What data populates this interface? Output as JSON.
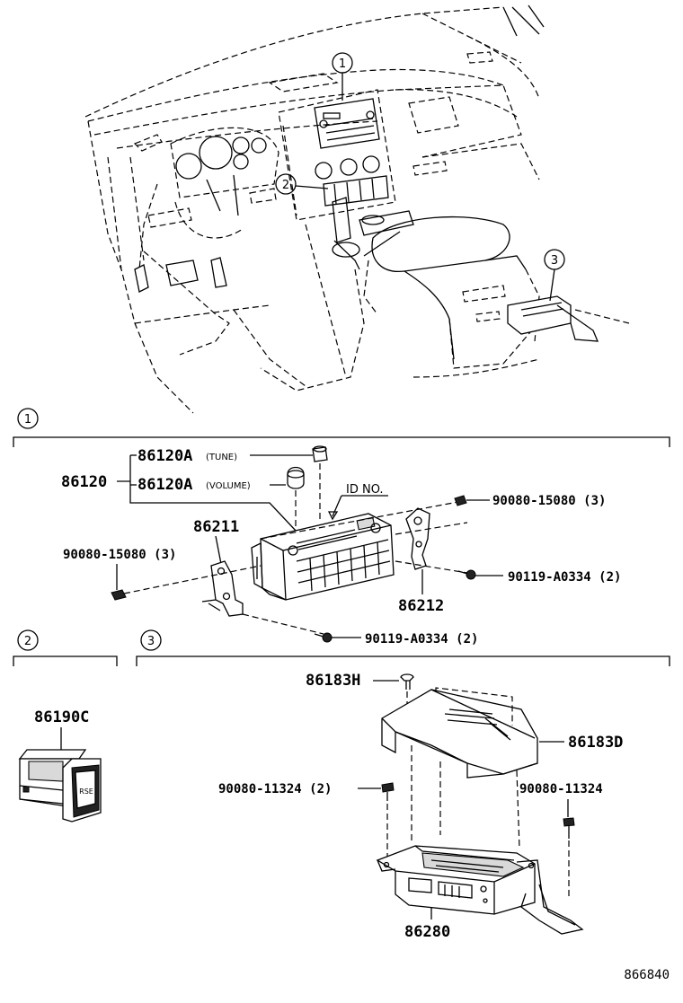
{
  "callouts": {
    "one": "1",
    "two": "2",
    "three": "3"
  },
  "section1": {
    "id_label": "ID NO.",
    "parts": {
      "p86120": "86120",
      "p86120a_tune": "86120A",
      "tune_note": "(TUNE)",
      "p86120a_volume": "86120A",
      "volume_note": "(VOLUME)",
      "p86211": "86211",
      "p86212": "86212",
      "screw_left": "90080-15080 (3)",
      "screw_right": "90080-15080 (3)",
      "bolt_right": "90119-A0334 (2)",
      "bolt_bottom": "90119-A0334 (2)"
    }
  },
  "section2": {
    "parts": {
      "p86190c": "86190C"
    },
    "switch_icon_text": "RSE"
  },
  "section3": {
    "parts": {
      "p86183h": "86183H",
      "p86183d": "86183D",
      "screw_left": "90080-11324 (2)",
      "screw_right": "90080-11324",
      "p86280": "86280"
    }
  },
  "diagram_id": "866840",
  "colors": {
    "line": "#000000",
    "background": "#ffffff"
  }
}
